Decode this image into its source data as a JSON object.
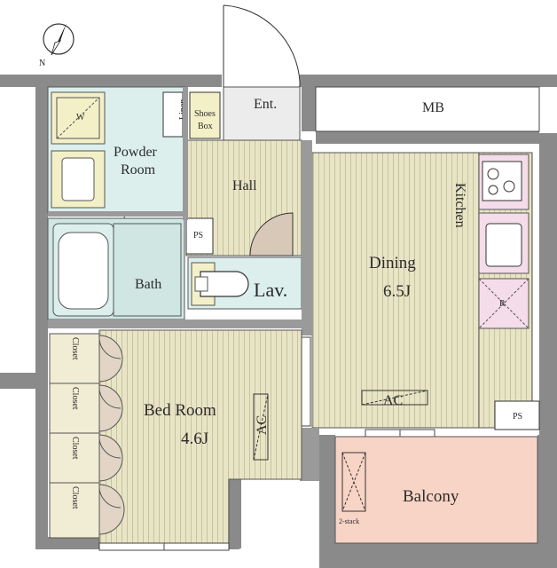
{
  "plan": {
    "compass": {
      "north_label": "N"
    },
    "rooms": {
      "entrance": "Ent.",
      "meter_box": "MB",
      "hall": "Hall",
      "powder_room_line1": "Powder",
      "powder_room_line2": "Room",
      "linen": "Linen",
      "shoes_box_line1": "Shoes",
      "shoes_box_line2": "Box",
      "washer": "W",
      "bath": "Bath",
      "pipe_space_left": "PS",
      "lavatory": "Lav.",
      "kitchen": "Kitchen",
      "dining_name": "Dining",
      "dining_size": "6.5J",
      "refrigerator": "R",
      "ac_dining": "AC",
      "pipe_space_right": "PS",
      "bedroom_name": "Bed Room",
      "bedroom_size": "4.6J",
      "ac_bedroom": "AC",
      "closets": [
        "Closet",
        "Closet",
        "Closet",
        "Closet"
      ],
      "balcony": "Balcony",
      "two_stack": "2-stack"
    },
    "colors": {
      "wall": "#8a8a8a",
      "floor_wood": "#e8e4c6",
      "floor_line": "#c9c29e",
      "wet_area": "#dcefed",
      "wet_area_dark": "#cfe6e3",
      "kitchen_pink": "#f4dcea",
      "balcony": "#f8d4c6",
      "closet": "#f1ecd4",
      "appliance": "#f3f0c8",
      "door": "#d8c8b8",
      "line": "#333333"
    }
  }
}
